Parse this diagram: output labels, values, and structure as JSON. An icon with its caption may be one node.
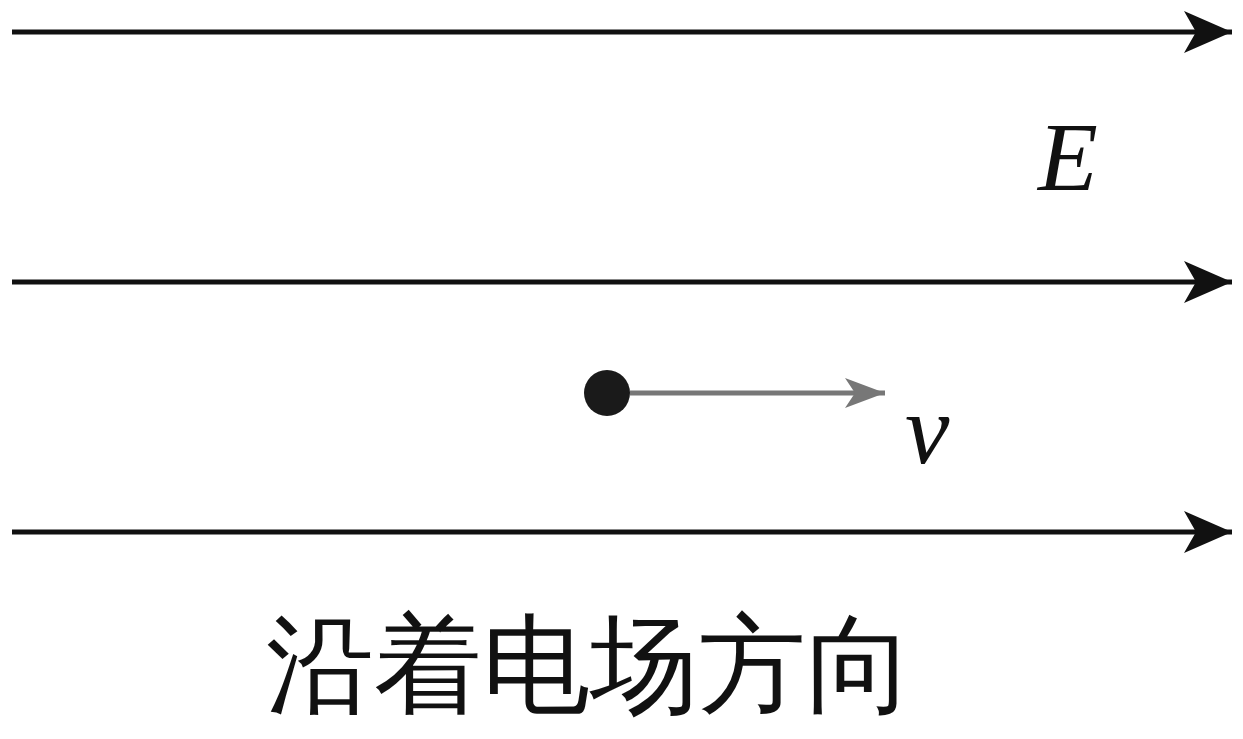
{
  "diagram": {
    "caption": "沿着电场方向",
    "nodes": [
      {
        "text": [],
        "shape": "circle"
      }
    ],
    "labels": [
      "E",
      "v"
    ]
  }
}
